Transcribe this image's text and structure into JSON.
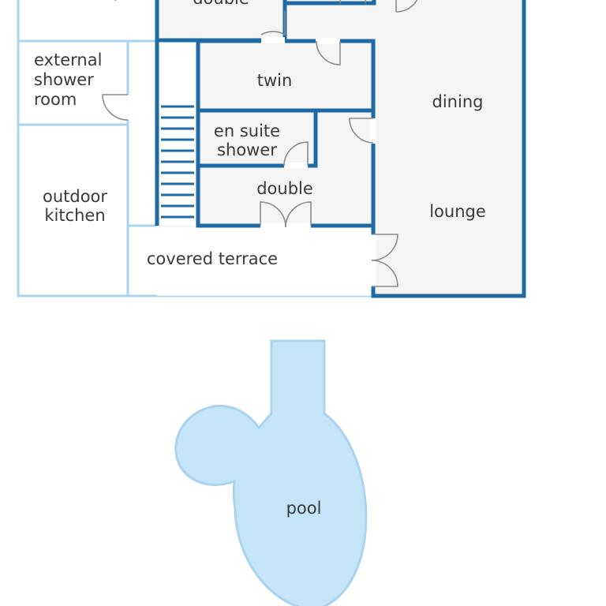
{
  "rooms": {
    "top_left_partial": ")",
    "top_double": "double",
    "twin": "twin",
    "dining": "dining",
    "external_shower_room": [
      "external",
      "shower",
      "room"
    ],
    "en_suite_shower": [
      "en suite",
      "shower"
    ],
    "double": "double",
    "outdoor_kitchen": [
      "outdoor",
      "kitchen"
    ],
    "lounge": "lounge",
    "covered_terrace": "covered terrace",
    "pool": "pool"
  },
  "colors": {
    "interior_wall": "#1f6aa5",
    "exterior_wall": "#a9d4ef",
    "pool_fill": "#c4e4f8",
    "floor": "#f5f5f5",
    "text": "#3a3a3a"
  }
}
